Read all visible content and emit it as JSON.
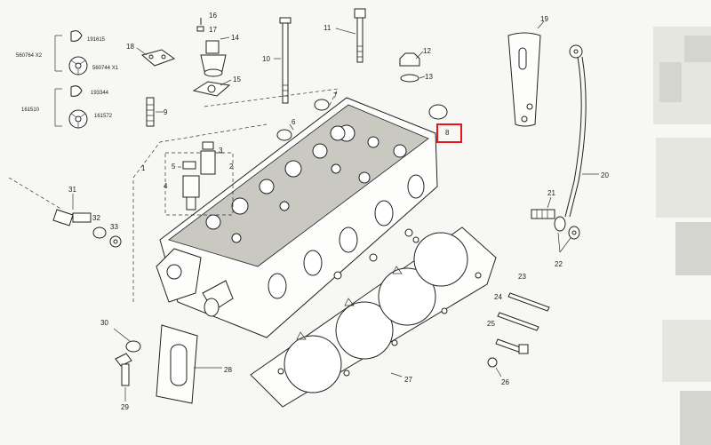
{
  "colors": {
    "paper": "#f7f7f4",
    "ink": "#222222",
    "highlight": "#e8141c",
    "scan_noise": "#d5d5cf"
  },
  "highlighted_label": "8",
  "left_group": {
    "kit_a": {
      "qty": "560764 X2",
      "part1": "191615",
      "part2": "560744 X1"
    },
    "kit_b": {
      "qty": "161510",
      "part1": "193344",
      "part2": "161572"
    }
  },
  "callouts": [
    "1",
    "2",
    "3",
    "4",
    "5",
    "6",
    "7",
    "8",
    "9",
    "10",
    "11",
    "12",
    "13",
    "14",
    "15",
    "16",
    "17",
    "18",
    "19",
    "20",
    "21",
    "22",
    "23",
    "24",
    "25",
    "26",
    "27",
    "28",
    "29",
    "30",
    "31",
    "32",
    "33"
  ]
}
